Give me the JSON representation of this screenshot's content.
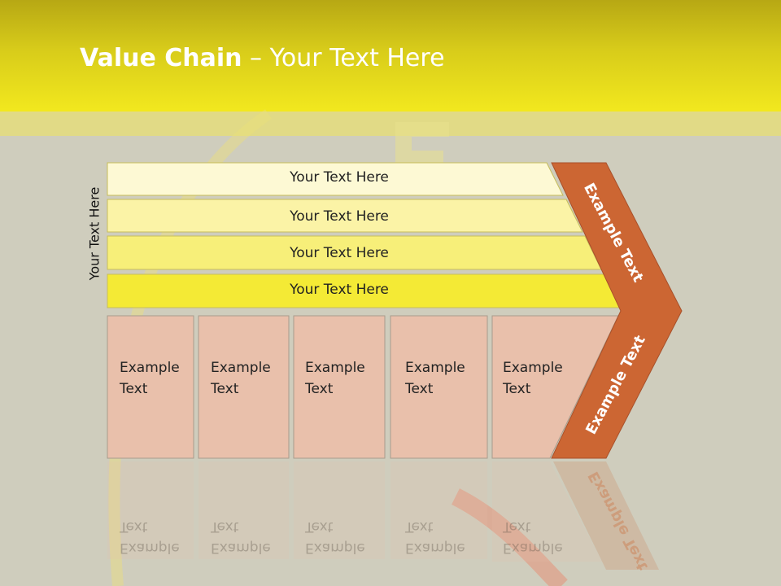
{
  "title": {
    "bold": "Value Chain",
    "rest": " – Your Text Here"
  },
  "side_label": "Your Text Here",
  "rows": [
    "Your Text Here",
    "Your Text Here",
    "Your Text Here",
    "Your Text Here"
  ],
  "cards": [
    "Example\nText",
    "Example\nText",
    "Example\nText",
    "Example\nText",
    "Example\nText"
  ],
  "chevron": {
    "top": "Example Text",
    "bottom": "Example Text"
  },
  "colors": {
    "row1": "#fdf9d4",
    "row2": "#fbf3a6",
    "row3": "#f7ef79",
    "row4": "#f4ea35",
    "card": "#e9c0ab",
    "chevron": "#cc6633"
  }
}
